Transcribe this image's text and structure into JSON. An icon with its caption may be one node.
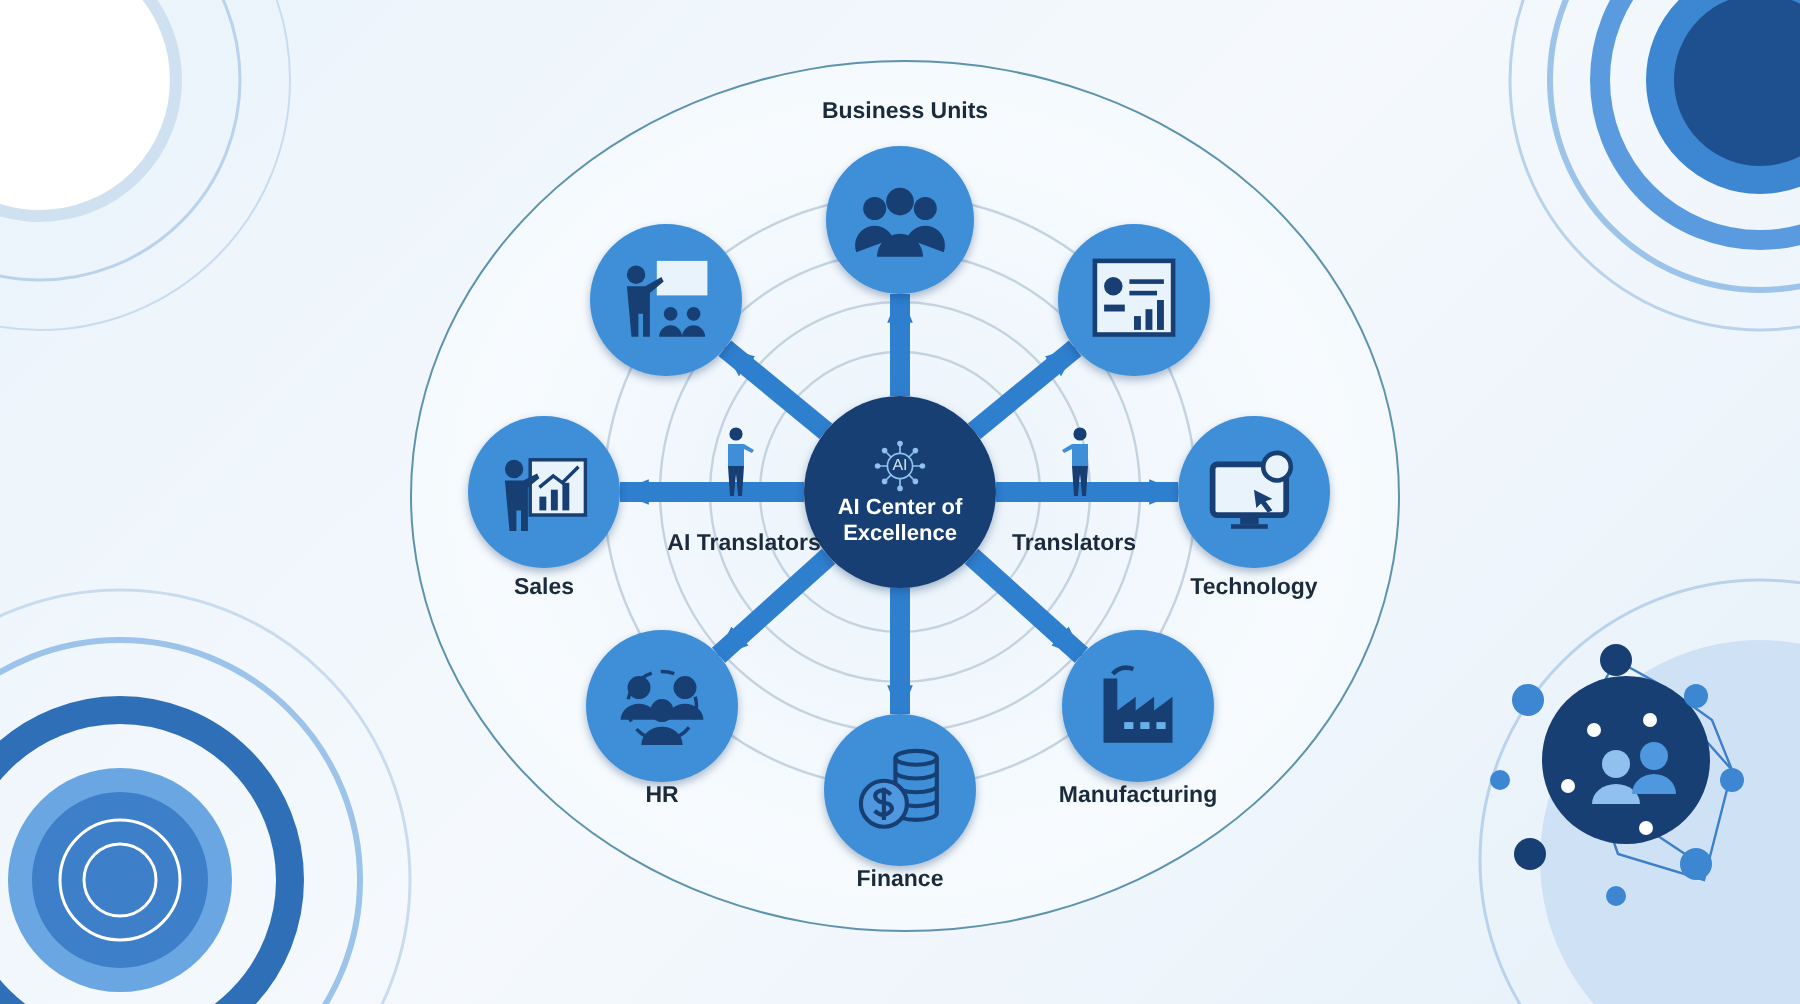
{
  "diagram": {
    "nodes": [
      {
        "text": [
          "Business Units"
        ]
      },
      {
        "text": [],
        "shape": "circle",
        "in": 0
      },
      {
        "text": [],
        "shape": "circle",
        "in": 0
      },
      {
        "text": [],
        "shape": "circle",
        "in": 0
      },
      {
        "text": [
          "Sales"
        ],
        "in": 0
      },
      {
        "text": [
          "AI",
          "AI Center of Excellence"
        ],
        "in": 0
      },
      {
        "text": [
          "Technology"
        ],
        "in": 0
      },
      {
        "text": [
          "HR"
        ],
        "in": 0
      },
      {
        "text": [
          "Manufacturing"
        ],
        "in": 0
      },
      {
        "text": [
          "Finance"
        ],
        "in": 0
      }
    ],
    "edges": [
      {
        "from": 5,
        "to": 1,
        "arrow": "to"
      },
      {
        "from": 5,
        "to": 2,
        "arrow": "to"
      },
      {
        "from": 5,
        "to": 3,
        "arrow": "to"
      },
      {
        "from": 5,
        "to": 4,
        "arrow": "to"
      },
      {
        "from": 5,
        "to": 6,
        "arrow": "to"
      },
      {
        "from": 5,
        "to": 7,
        "arrow": "to"
      },
      {
        "from": 5,
        "to": 8,
        "arrow": "to"
      },
      {
        "from": 5,
        "to": 9,
        "arrow": "to"
      }
    ],
    "labels": [
      "AI Translators",
      "Translators"
    ]
  }
}
